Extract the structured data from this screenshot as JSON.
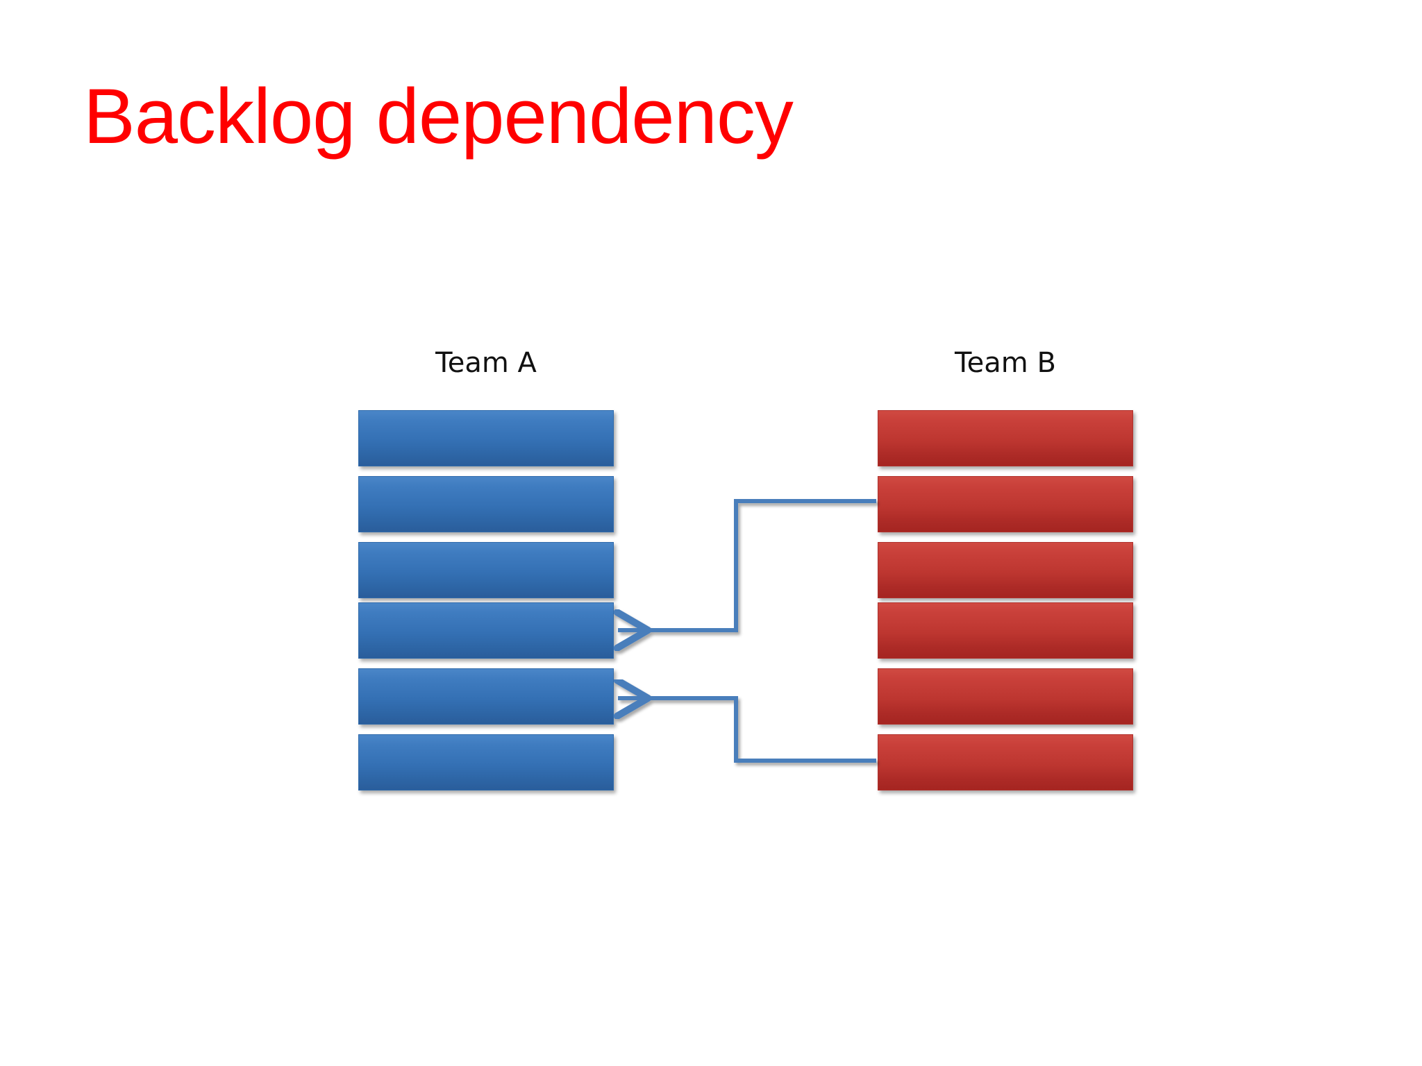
{
  "slide": {
    "title": "Backlog dependency",
    "title_color": "#ff0000",
    "background_color": "#ffffff"
  },
  "diagram": {
    "type": "backlog-dependency",
    "columns": [
      {
        "id": "team-a",
        "label": "Team A",
        "color": "#3470b4",
        "color_name": "blue",
        "item_count": 6,
        "items": [
          {
            "index": 1,
            "label": ""
          },
          {
            "index": 2,
            "label": ""
          },
          {
            "index": 3,
            "label": ""
          },
          {
            "index": 4,
            "label": ""
          },
          {
            "index": 5,
            "label": ""
          },
          {
            "index": 6,
            "label": ""
          }
        ]
      },
      {
        "id": "team-b",
        "label": "Team B",
        "color": "#bd3630",
        "color_name": "red",
        "item_count": 6,
        "items": [
          {
            "index": 1,
            "label": ""
          },
          {
            "index": 2,
            "label": ""
          },
          {
            "index": 3,
            "label": ""
          },
          {
            "index": 4,
            "label": ""
          },
          {
            "index": 5,
            "label": ""
          },
          {
            "index": 6,
            "label": ""
          }
        ]
      }
    ],
    "connectors": [
      {
        "id": "dependency-1",
        "from_column": "team-b",
        "from_item": 2,
        "to_column": "team-a",
        "to_item": 4,
        "arrow_direction": "left",
        "color": "#4a7ebb",
        "style": "elbow"
      },
      {
        "id": "dependency-2",
        "from_column": "team-b",
        "from_item": 6,
        "to_column": "team-a",
        "to_item": 5,
        "arrow_direction": "left",
        "color": "#4a7ebb",
        "style": "elbow"
      }
    ]
  }
}
